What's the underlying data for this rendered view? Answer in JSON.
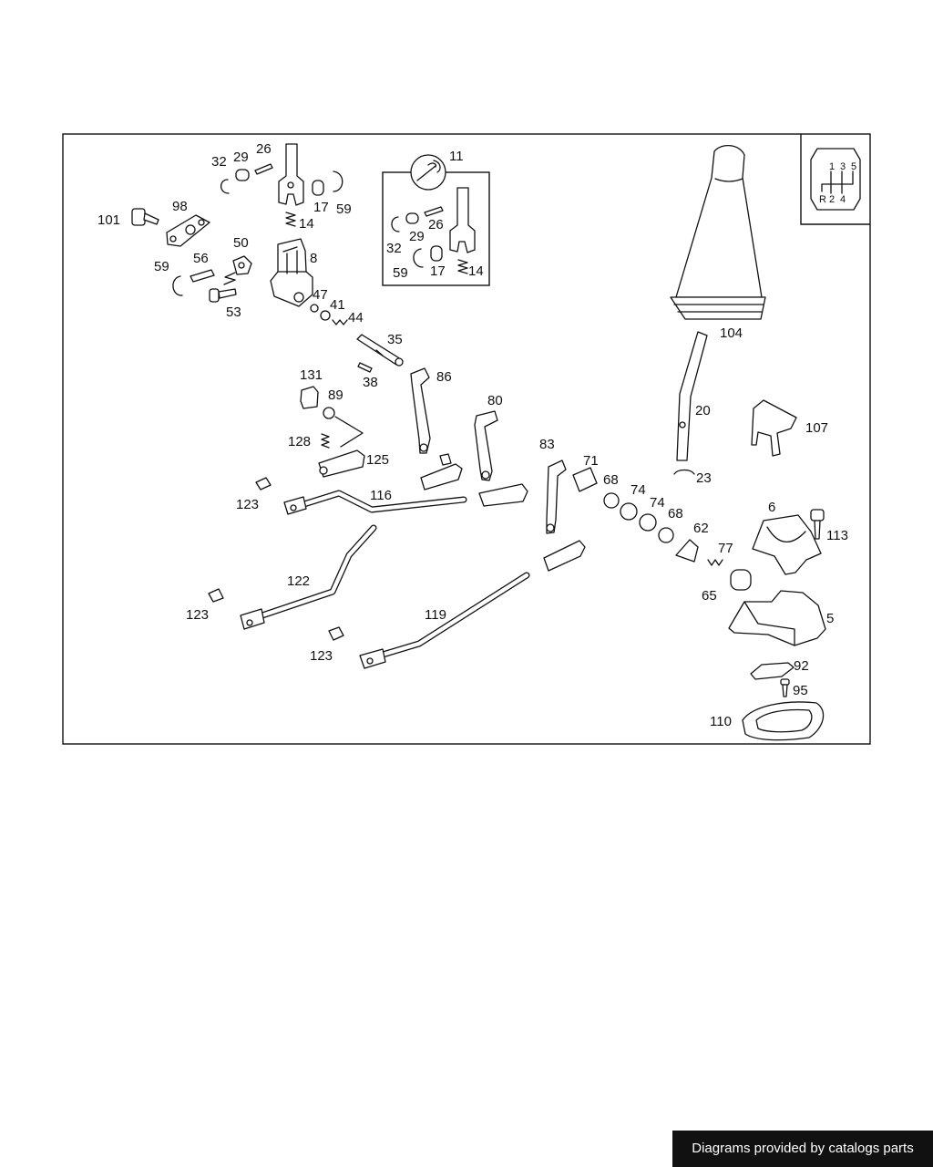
{
  "diagram": {
    "parts": [
      {
        "id": "p11",
        "label": "11"
      },
      {
        "id": "p26a",
        "label": "26"
      },
      {
        "id": "p29a",
        "label": "29"
      },
      {
        "id": "p32a",
        "label": "32"
      },
      {
        "id": "p17a",
        "label": "17"
      },
      {
        "id": "p59a",
        "label": "59"
      },
      {
        "id": "p14a",
        "label": "14"
      },
      {
        "id": "p101",
        "label": "101"
      },
      {
        "id": "p98",
        "label": "98"
      },
      {
        "id": "p50",
        "label": "50"
      },
      {
        "id": "p8",
        "label": "8"
      },
      {
        "id": "p59b",
        "label": "59"
      },
      {
        "id": "p56",
        "label": "56"
      },
      {
        "id": "p53",
        "label": "53"
      },
      {
        "id": "p47",
        "label": "47"
      },
      {
        "id": "p41",
        "label": "41"
      },
      {
        "id": "p44",
        "label": "44"
      },
      {
        "id": "p35",
        "label": "35"
      },
      {
        "id": "p38",
        "label": "38"
      },
      {
        "id": "p86",
        "label": "86"
      },
      {
        "id": "p131",
        "label": "131"
      },
      {
        "id": "p89",
        "label": "89"
      },
      {
        "id": "p128",
        "label": "128"
      },
      {
        "id": "p125",
        "label": "125"
      },
      {
        "id": "p80",
        "label": "80"
      },
      {
        "id": "p32b",
        "label": "32"
      },
      {
        "id": "p29b",
        "label": "29"
      },
      {
        "id": "p26b",
        "label": "26"
      },
      {
        "id": "p59c",
        "label": "59"
      },
      {
        "id": "p17b",
        "label": "17"
      },
      {
        "id": "p14b",
        "label": "14"
      },
      {
        "id": "p104",
        "label": "104"
      },
      {
        "id": "p20",
        "label": "20"
      },
      {
        "id": "p23",
        "label": "23"
      },
      {
        "id": "p107",
        "label": "107"
      },
      {
        "id": "p123a",
        "label": "123"
      },
      {
        "id": "p116",
        "label": "116"
      },
      {
        "id": "p83",
        "label": "83"
      },
      {
        "id": "p71",
        "label": "71"
      },
      {
        "id": "p68a",
        "label": "68"
      },
      {
        "id": "p74a",
        "label": "74"
      },
      {
        "id": "p74b",
        "label": "74"
      },
      {
        "id": "p68b",
        "label": "68"
      },
      {
        "id": "p62",
        "label": "62"
      },
      {
        "id": "p77",
        "label": "77"
      },
      {
        "id": "p65",
        "label": "65"
      },
      {
        "id": "p6",
        "label": "6"
      },
      {
        "id": "p113",
        "label": "113"
      },
      {
        "id": "p5",
        "label": "5"
      },
      {
        "id": "p122",
        "label": "122"
      },
      {
        "id": "p123b",
        "label": "123"
      },
      {
        "id": "p119",
        "label": "119"
      },
      {
        "id": "p123c",
        "label": "123"
      },
      {
        "id": "p92",
        "label": "92"
      },
      {
        "id": "p95",
        "label": "95"
      },
      {
        "id": "p110",
        "label": "110"
      }
    ],
    "shift_pattern": {
      "top": [
        "1",
        "3",
        "5"
      ],
      "bottom": [
        "R",
        "2",
        "4"
      ]
    }
  },
  "footer": {
    "credit": "Diagrams provided by catalogs parts"
  }
}
